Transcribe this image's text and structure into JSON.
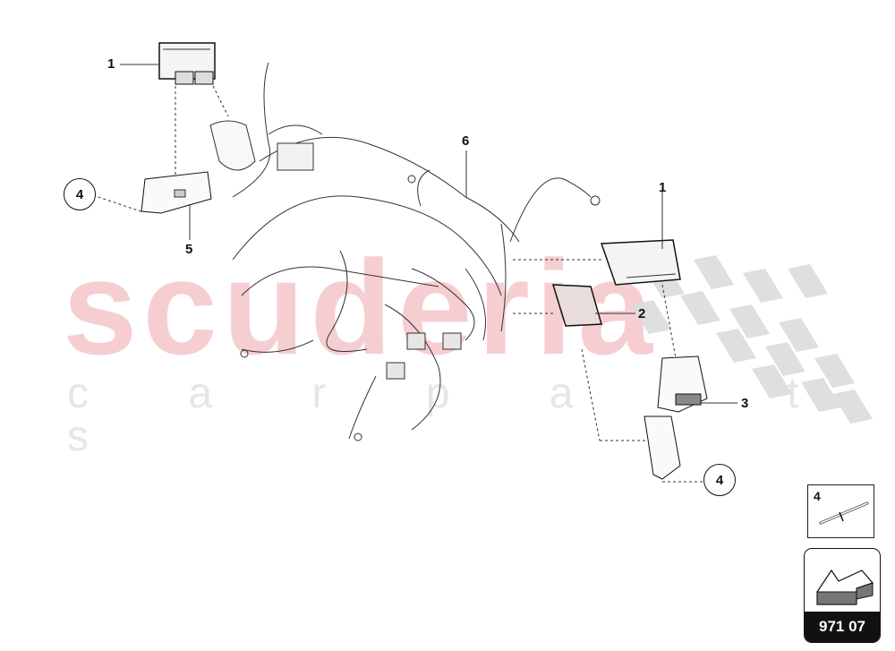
{
  "watermark": {
    "brand": "scuderia",
    "tagline": "c a r  p a r t s",
    "brand_color": "#f5c6cb",
    "tagline_color": "#e6e6e6"
  },
  "callouts": [
    {
      "id": "c1a",
      "label": "1",
      "part": "control-unit-left"
    },
    {
      "id": "c1b",
      "label": "1",
      "part": "control-unit-right"
    },
    {
      "id": "c2",
      "label": "2",
      "part": "control-unit-small"
    },
    {
      "id": "c3",
      "label": "3",
      "part": "bracket-connector"
    },
    {
      "id": "c4a",
      "label": "4",
      "part": "rivet-left",
      "circled": true
    },
    {
      "id": "c4b",
      "label": "4",
      "part": "rivet-right",
      "circled": true
    },
    {
      "id": "c5",
      "label": "5",
      "part": "mounting-bracket"
    },
    {
      "id": "c6",
      "label": "6",
      "part": "wiring-harness"
    }
  ],
  "legend": {
    "item_number": "4",
    "item_icon": "rivet-icon"
  },
  "reference": {
    "code": "971 07",
    "icon": "component-arrow-icon"
  }
}
